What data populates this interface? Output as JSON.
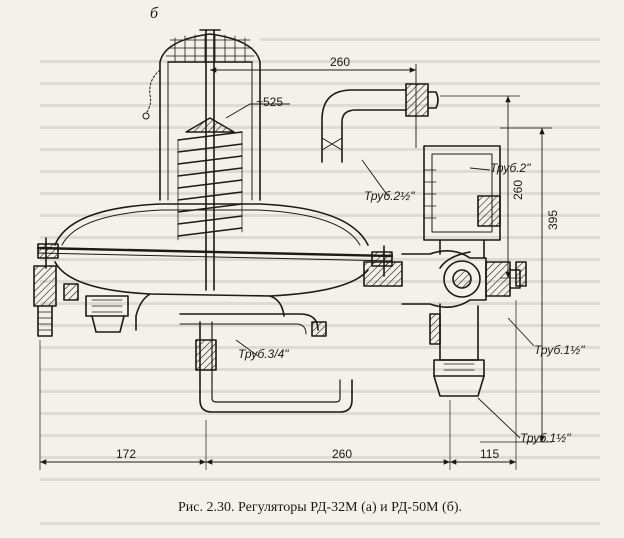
{
  "figure": {
    "panel_letter": "б",
    "dimensions": {
      "d260_top": "260",
      "d525": "~525",
      "d260_side": "260",
      "d395": "395",
      "d172": "172",
      "d260_bottom": "260",
      "d115": "115"
    },
    "pipe_labels": {
      "pipe_2": "Труб.2\"",
      "pipe_2_half": "Труб.2½\"",
      "pipe_1_half_a": "Труб.1½\"",
      "pipe_3_4": "Труб.3/4\"",
      "pipe_1_half_b": "Труб.1½\""
    }
  },
  "caption": "Рис. 2.30. Регуляторы РД-32М (а) и РД-50М (б)."
}
